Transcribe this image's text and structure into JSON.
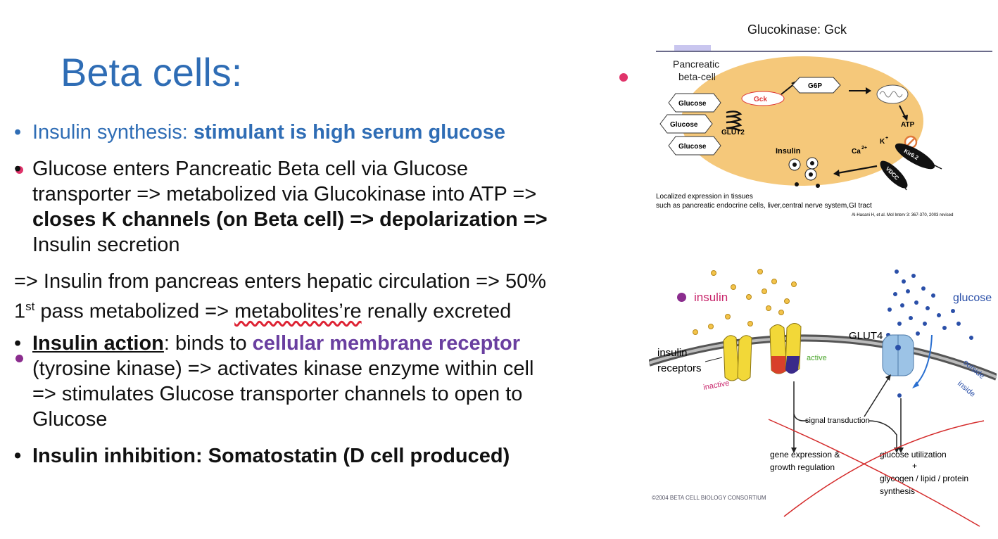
{
  "slide": {
    "title": "Beta cells:",
    "bullets": {
      "b1_prefix": "Insulin synthesis: ",
      "b1_bold": "stimulant is high serum glucose",
      "b2_l1": "Glucose enters Pancreatic Beta cell via Glucose",
      "b2_l2": "transporter => metabolized via Glucokinase into ATP =>",
      "b2_l3": "closes K channels (on Beta cell) => depolarization =>",
      "b2_l4": "Insulin secretion",
      "p_l1": "=> Insulin from pancreas enters hepatic circulation => 50%",
      "p_l2_a": "1",
      "p_l2_sup": "st",
      "p_l2_b": " pass metabolized => ",
      "p_l2_squig": "metabolites’re",
      "p_l2_c": "  renally excreted",
      "b3_ul": "Insulin action",
      "b3_a": ": binds to ",
      "b3_purple": "cellular membrane receptor",
      "b3_l2": "(tyrosine kinase) => activates kinase enzyme within cell",
      "b3_l3": "=> stimulates Glucose transporter channels to open to",
      "b3_l4": "Glucose",
      "b4": "Insulin inhibition: Somatostatin (D cell produced)",
      "bullet_char": "•"
    }
  },
  "figure1": {
    "header": "Glucokinase: Gck",
    "cell_label_1": "Pancreatic",
    "cell_label_2": "beta-cell",
    "glucose": "Glucose",
    "glut2": "GLUT2",
    "gck": "Gck",
    "g6p": "G6P",
    "atp": "ATP",
    "k": "K",
    "k_sup": "+",
    "kir": "Kir6.2",
    "ca": "Ca",
    "ca_sup": "2+",
    "vdcc": "VDCC",
    "insulin": "Insulin",
    "caption_1": "Localized expression in tissues",
    "caption_2": "such as pancreatic endocrine cells, liver,central nerve system,GI tract",
    "citation": "Al-Hasani H, et al. Mol Interv 3: 367-370, 2003 revised"
  },
  "figure2": {
    "insulin": "insulin",
    "glucose": "glucose",
    "glut4": "GLUT4",
    "insulin_receptors_1": "insulin",
    "insulin_receptors_2": "receptors",
    "inactive": "inactive",
    "active": "active",
    "outside": "outside",
    "inside": "inside",
    "signal": "signal transduction",
    "gene_1": "gene expression &",
    "gene_2": "growth regulation",
    "util_1": "glucose utilization",
    "util_2": "+",
    "util_3": "glycogen / lipid / protein",
    "util_4": "synthesis",
    "copyright": "©2004 BETA CELL BIOLOGY CONSORTIUM"
  },
  "colors": {
    "title_blue": "#2f6db5",
    "purple": "#6a3fa0",
    "pink_dot": "#e0336a",
    "cell_fill": "#f5c87a",
    "red_cross": "#d42a2a"
  }
}
